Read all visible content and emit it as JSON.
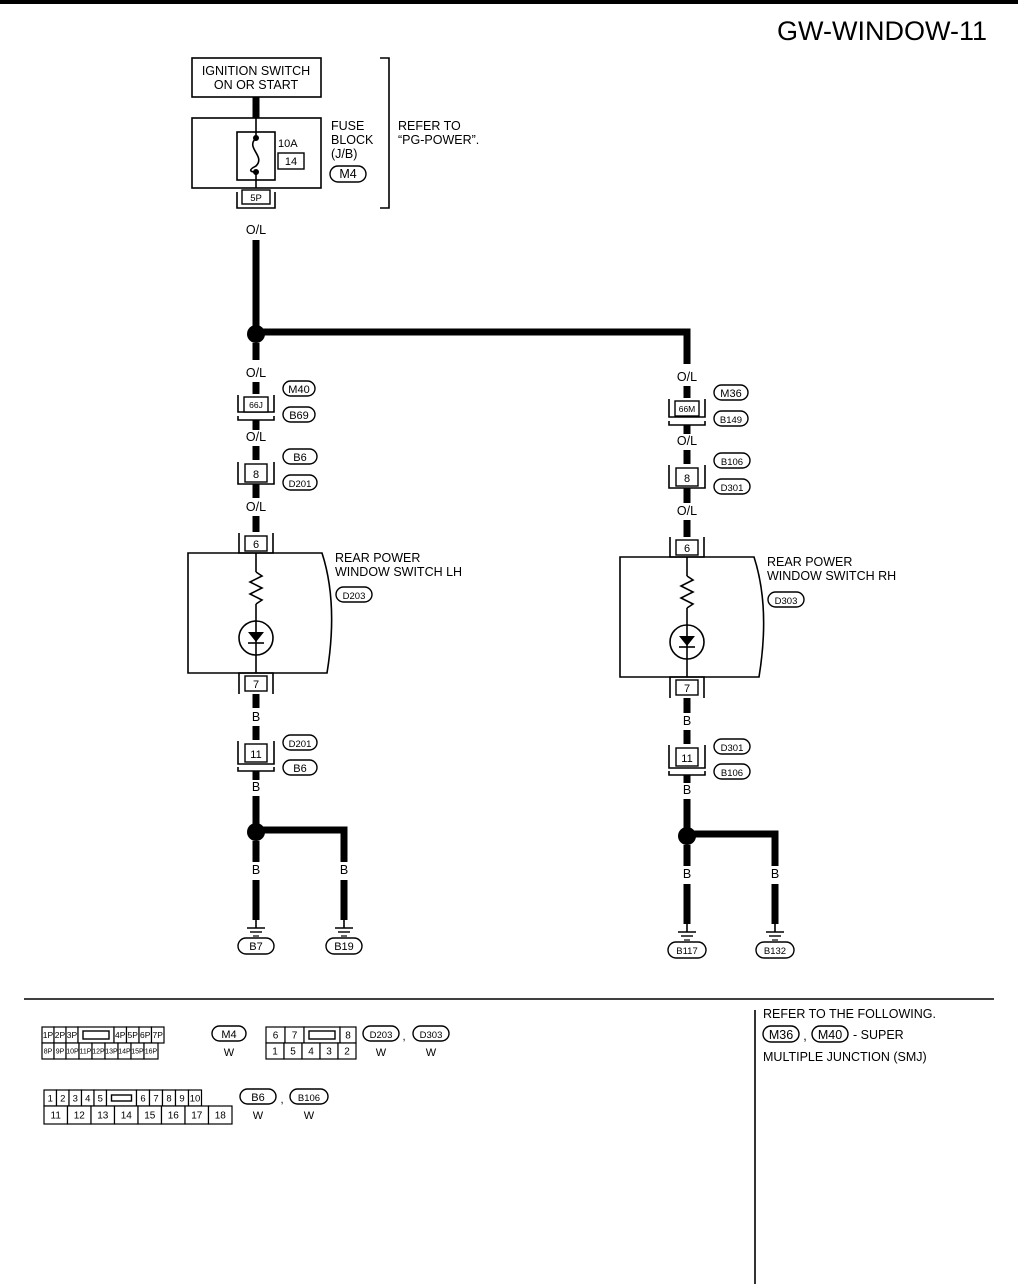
{
  "page_title": "GW-WINDOW-11",
  "ignition": {
    "line1": "IGNITION SWITCH",
    "line2": "ON OR START"
  },
  "fuse_block": {
    "line1": "FUSE",
    "line2": "BLOCK",
    "line3": "(J/B)",
    "amp": "10A",
    "fuse_no": "14",
    "connector": "M4",
    "terminal": "5P",
    "refer_line1": "REFER TO",
    "refer_line2": "“PG-POWER”."
  },
  "wire_colors": {
    "ol": "O/L",
    "b": "B"
  },
  "left_branch": {
    "smj_terminal": "66J",
    "smj_conn_top": "M40",
    "smj_conn_bottom": "B69",
    "joint_terminal": "8",
    "joint_conn_top": "B6",
    "joint_conn_bottom": "D201",
    "switch_line1": "REAR POWER",
    "switch_line2": "WINDOW SWITCH LH",
    "switch_conn": "D203",
    "term_in": "6",
    "term_out": "7",
    "ret_terminal": "11",
    "ret_conn_top": "D201",
    "ret_conn_bottom": "B6",
    "ground_1": "B7",
    "ground_2": "B19"
  },
  "right_branch": {
    "smj_terminal": "66M",
    "smj_conn_top": "M36",
    "smj_conn_bottom": "B149",
    "joint_terminal": "8",
    "joint_conn_top": "B106",
    "joint_conn_bottom": "D301",
    "switch_line1": "REAR POWER",
    "switch_line2": "WINDOW SWITCH RH",
    "switch_conn": "D303",
    "term_in": "6",
    "term_out": "7",
    "ret_terminal": "11",
    "ret_conn_top": "D301",
    "ret_conn_bottom": "B106",
    "ground_1": "B117",
    "ground_2": "B132"
  },
  "connector_views": {
    "m4": {
      "top": [
        "1P",
        "2P",
        "3P",
        "4P",
        "5P",
        "6P",
        "7P"
      ],
      "bottom": [
        "8P",
        "9P",
        "10P",
        "11P",
        "12P",
        "13P",
        "14P",
        "15P",
        "16P"
      ],
      "id": "M4",
      "color": "W"
    },
    "d203": {
      "top": [
        "6",
        "7",
        "8"
      ],
      "bottom": [
        "1",
        "5",
        "4",
        "3",
        "2"
      ],
      "id1": "D203",
      "id2": "D303",
      "color1": "W",
      "color2": "W"
    },
    "b6": {
      "top": [
        "1",
        "2",
        "3",
        "4",
        "5",
        "6",
        "7",
        "8",
        "9",
        "10"
      ],
      "bottom": [
        "11",
        "12",
        "13",
        "14",
        "15",
        "16",
        "17",
        "18"
      ],
      "id1": "B6",
      "id2": "B106",
      "color1": "W",
      "color2": "W"
    },
    "separator": ","
  },
  "refer_note": {
    "line1": "REFER TO THE FOLLOWING.",
    "conn1": "M36",
    "conn2": "M40",
    "line2_suffix": "- SUPER",
    "line3": "MULTIPLE JUNCTION (SMJ)"
  }
}
